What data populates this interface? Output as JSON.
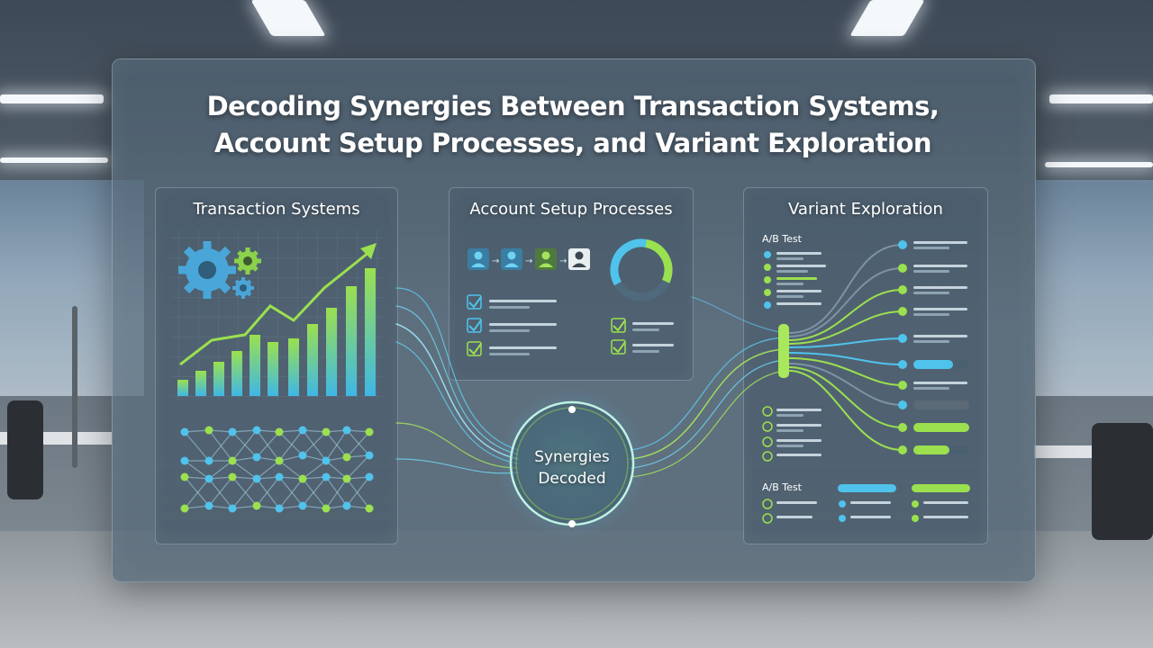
{
  "title_line1": "Decoding Synergies Between Transaction Systems,",
  "title_line2": "Account Setup Processes, and Variant Exploration",
  "cards": {
    "transaction": {
      "title": "Transaction Systems"
    },
    "account": {
      "title": "Account Setup Processes"
    },
    "variant": {
      "title": "Variant Exploration",
      "ab_label_1": "A/B Test",
      "ab_label_2": "A/B Test"
    }
  },
  "hub": {
    "line1": "Synergies",
    "line2": "Decoded"
  },
  "colors": {
    "accent_green": "#9be04f",
    "accent_cyan": "#4fc3ec",
    "panel_glass": "#58708a"
  },
  "icons": [
    "gear-icon",
    "user-icon",
    "arrow-right-icon",
    "check-icon",
    "donut-chart-icon",
    "network-icon"
  ]
}
